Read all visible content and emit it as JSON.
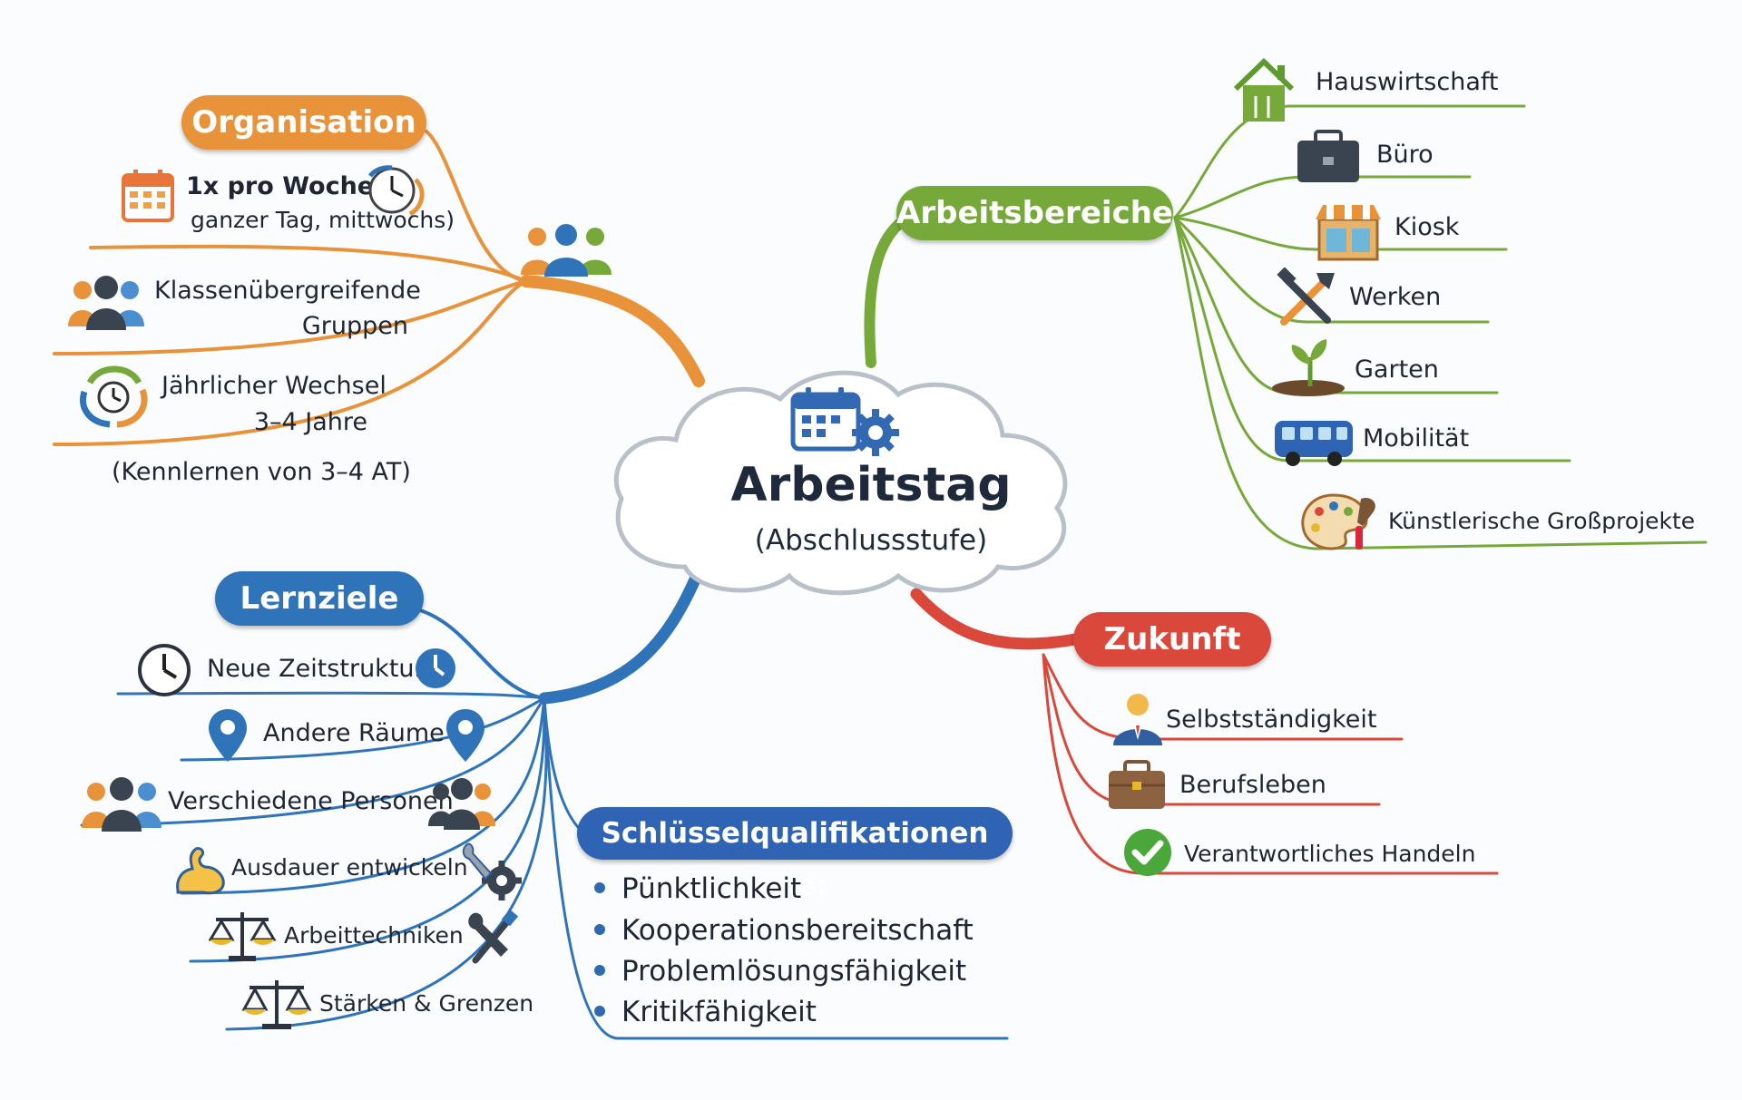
{
  "center": {
    "title": "Arbeitstag",
    "subtitle": "(Abschlussstufe)"
  },
  "colors": {
    "organisation": "#e8923a",
    "arbeitsbereiche": "#77a83a",
    "lernziele": "#2f73b8",
    "zukunft": "#d9483b",
    "schluessel": "#2f63b3"
  },
  "organisation": {
    "label": "Organisation",
    "items": [
      {
        "line1": "1x pro Woche",
        "line2": "ganzer Tag, mittwochs)"
      },
      {
        "line1": "Klassenübergreifende",
        "line2": "Gruppen"
      },
      {
        "line1": "Jährlicher Wechsel",
        "line2": "3–4 Jahre"
      }
    ],
    "note": "(Kennlernen von 3–4 AT)"
  },
  "arbeitsbereiche": {
    "label": "Arbeitsbereiche",
    "items": [
      "Hauswirtschaft",
      "Büro",
      "Kiosk",
      "Werken",
      "Garten",
      "Mobilität",
      "Künstlerische Großprojekte"
    ]
  },
  "lernziele": {
    "label": "Lernziele",
    "items": [
      "Neue Zeitstruktur",
      "Andere Räume",
      "Verschiedene Personen",
      "Ausdauer entwickeln",
      "Arbeittechniken",
      "Stärken & Grenzen"
    ]
  },
  "schluessel": {
    "label": "Schlüsselqualifikationen wie:",
    "items": [
      "Pünktlichkeit",
      "Kooperationsbereitschaft",
      "Problemlösungsfähigkeit",
      "Kritikfähigkeit"
    ]
  },
  "zukunft": {
    "label": "Zukunft",
    "items": [
      "Selbstständigkeit",
      "Berufsleben",
      "Verantwortliches Handeln"
    ]
  }
}
